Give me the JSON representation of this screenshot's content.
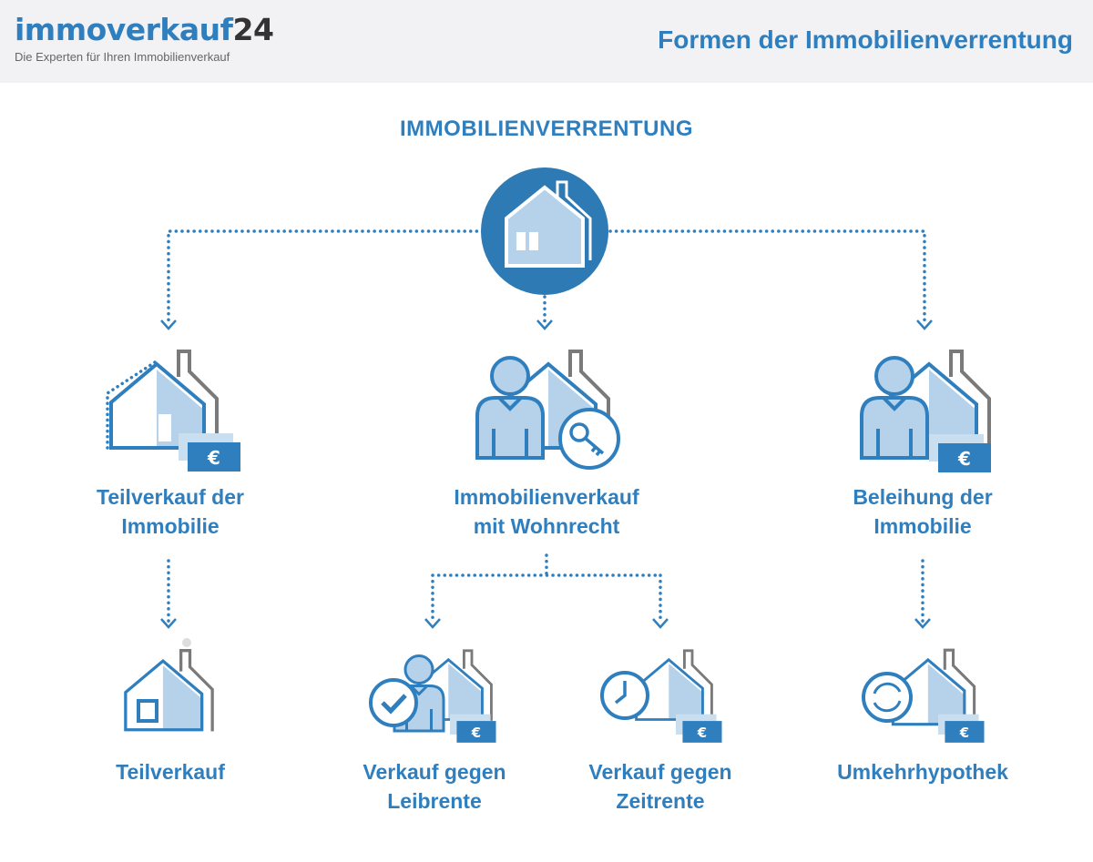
{
  "header": {
    "logo_main": "immoverkauf",
    "logo_num": "24",
    "tagline": "Die Experten für Ihren Immobilienverkauf",
    "title": "Formen der Immobilienverrentung"
  },
  "diagram": {
    "root": "IMMOBILIENVERRENTUNG",
    "level1": [
      {
        "line1": "Teilverkauf der",
        "line2": "Immobilie"
      },
      {
        "line1": "Immobilienverkauf",
        "line2": "mit Wohnrecht"
      },
      {
        "line1": "Beleihung der",
        "line2": "Immobilie"
      }
    ],
    "level2": [
      {
        "line1": "Teilverkauf",
        "line2": ""
      },
      {
        "line1": "Verkauf gegen",
        "line2": "Leibrente"
      },
      {
        "line1": "Verkauf gegen",
        "line2": "Zeitrente"
      },
      {
        "line1": "Umkehrhypothek",
        "line2": ""
      }
    ],
    "currency_symbol": "€"
  },
  "colors": {
    "blue": "#2f7fbf",
    "light_blue": "#b5d2ea",
    "gray": "#7a7a7a",
    "header_bg": "#f2f2f4"
  }
}
